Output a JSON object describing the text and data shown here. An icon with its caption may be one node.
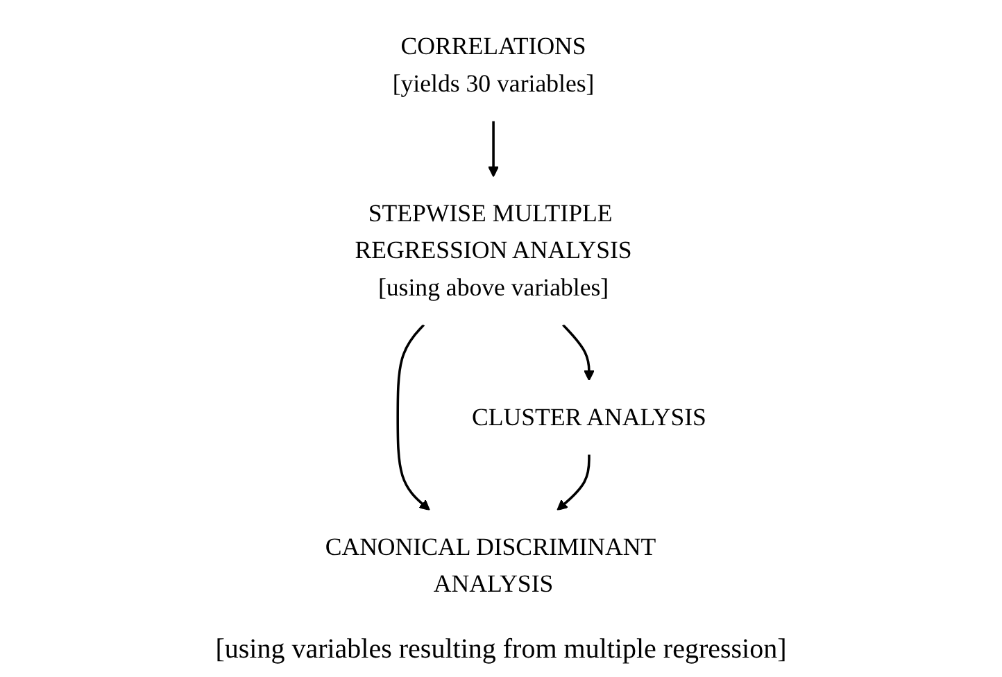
{
  "diagram": {
    "nodes": [
      {
        "text": [
          "CORRELATIONS",
          "[yields 30 variables]"
        ]
      },
      {
        "text": [
          "STEPWISE MULTIPLE REGRESSION ANALYSIS",
          "[using above variables]"
        ]
      },
      {
        "text": [
          "CLUSTER ANALYSIS"
        ]
      },
      {
        "text": [
          "CANONICAL DISCRIMINANT ANALYSIS"
        ]
      }
    ],
    "edges": [
      {
        "from": 0,
        "to": 1,
        "arrow": "to"
      },
      {
        "from": 1,
        "to": 2,
        "arrow": "to"
      },
      {
        "from": 1,
        "to": 3,
        "arrow": "to"
      },
      {
        "from": 2,
        "to": 3,
        "arrow": "to"
      }
    ],
    "labels": [
      "[using variables resulting from multiple regression]"
    ]
  }
}
